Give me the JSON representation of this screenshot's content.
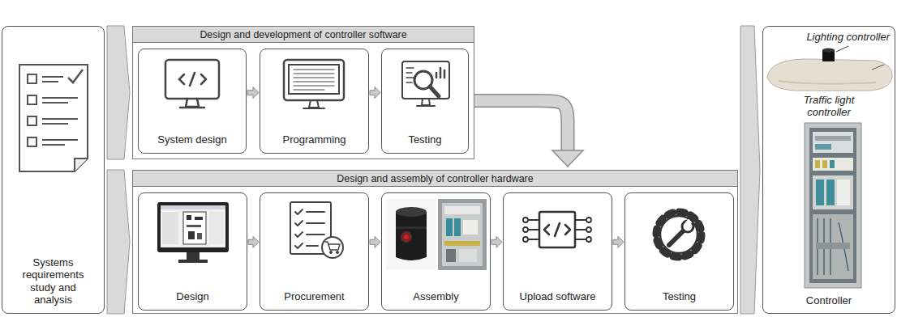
{
  "diagram": {
    "nodes": [
      {
        "text": [
          "Systems requirements study and analysis"
        ]
      },
      {
        "text": [
          "Design and development of controller software"
        ]
      },
      {
        "text": [
          "System design"
        ],
        "in": 1
      },
      {
        "text": [
          "Programming"
        ],
        "in": 1
      },
      {
        "text": [
          "Testing"
        ],
        "in": 1
      },
      {
        "text": [
          "Design and assembly of controller hardware"
        ]
      },
      {
        "text": [
          "Design"
        ],
        "in": 5
      },
      {
        "text": [
          "Procurement"
        ],
        "in": 5
      },
      {
        "text": [
          "Assembly"
        ],
        "in": 5
      },
      {
        "text": [
          "Upload software"
        ],
        "in": 5
      },
      {
        "text": [
          "Testing"
        ],
        "in": 5
      },
      {
        "text": [
          "Lighting controller",
          "Traffic light controller",
          "Controller"
        ]
      }
    ],
    "edges": [
      {
        "from": 0,
        "to": 1,
        "arrow": "to"
      },
      {
        "from": 0,
        "to": 5,
        "arrow": "to"
      },
      {
        "from": 2,
        "to": 3,
        "arrow": "to"
      },
      {
        "from": 3,
        "to": 4,
        "arrow": "to"
      },
      {
        "from": 1,
        "to": 5,
        "arrow": "to"
      },
      {
        "from": 6,
        "to": 7,
        "arrow": "to"
      },
      {
        "from": 7,
        "to": 8,
        "arrow": "to"
      },
      {
        "from": 8,
        "to": 9,
        "arrow": "to"
      },
      {
        "from": 9,
        "to": 10,
        "arrow": "to"
      },
      {
        "from": 5,
        "to": 11,
        "arrow": "to"
      }
    ]
  }
}
